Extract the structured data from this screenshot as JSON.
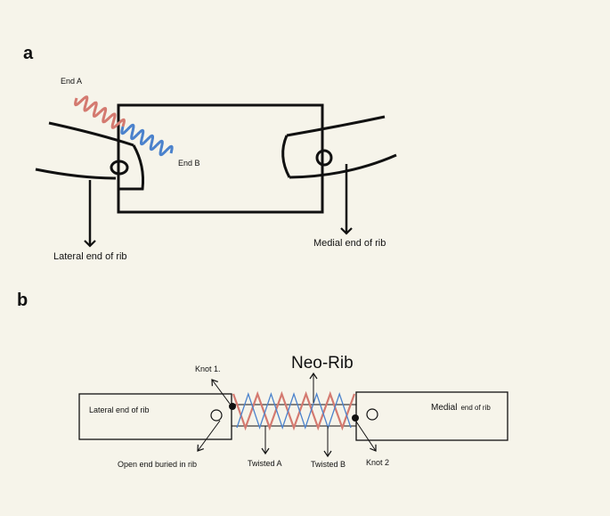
{
  "panel_a": {
    "letter": "a",
    "end_a": "End A",
    "end_b": "End B",
    "lateral_label": "Lateral end of rib",
    "medial_word": "Medial",
    "medial_rest": " end of rib"
  },
  "panel_b": {
    "letter": "b",
    "neo_rib": "Neo-Rib",
    "knot1": "Knot 1.",
    "knot2": "Knot 2",
    "lateral_box": "Lateral end of rib",
    "medial_word": "Medial",
    "medial_rest": "end of rib",
    "open_end": "Open end buried in rib",
    "twisted_a": "Twisted A",
    "twisted_b": "Twisted B"
  },
  "colors": {
    "background": "#f6f4ea",
    "strand_a": "#d47a70",
    "strand_b": "#4b82cc",
    "ink": "#111111"
  }
}
